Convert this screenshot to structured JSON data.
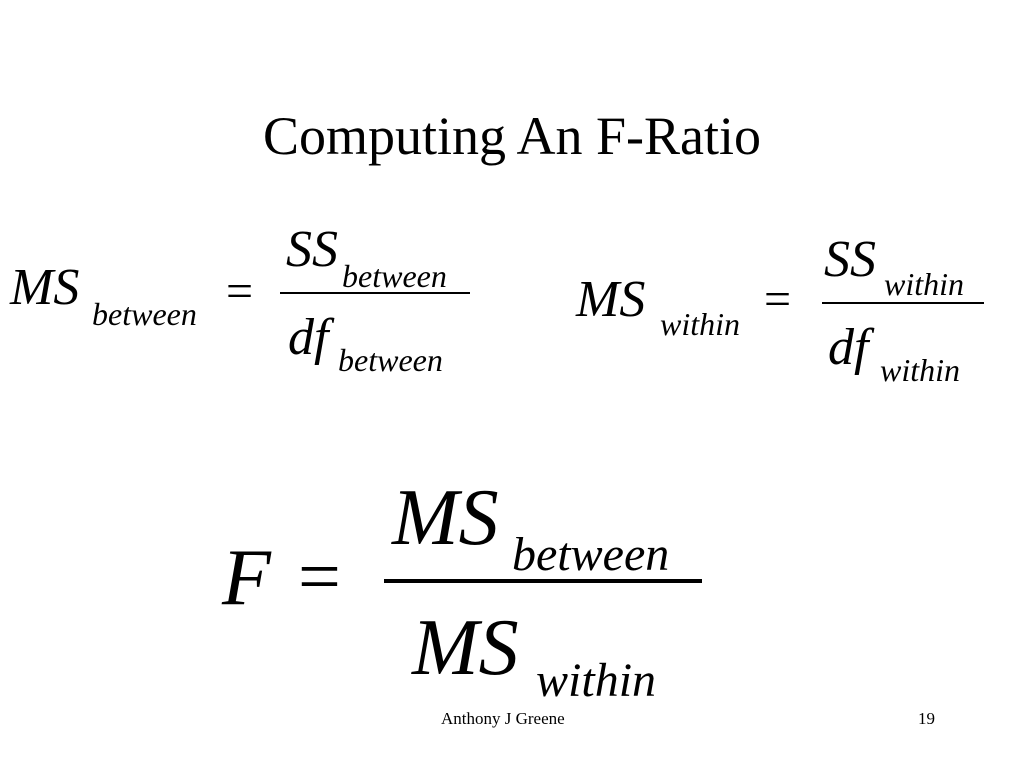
{
  "slide": {
    "title": "Computing An F-Ratio",
    "eq_ms_between": {
      "lhs_var": "MS",
      "lhs_sub": "between",
      "equals": "=",
      "num_var": "SS",
      "num_sub": "between",
      "den_var": "df",
      "den_sub": "between"
    },
    "eq_ms_within": {
      "lhs_var": "MS",
      "lhs_sub": "within",
      "equals": "=",
      "num_var": "SS",
      "num_sub": "within",
      "den_var": "df",
      "den_sub": "within"
    },
    "eq_f_ratio": {
      "lhs_var": "F",
      "equals": "=",
      "num_var": "MS",
      "num_sub": "between",
      "den_var": "MS",
      "den_sub": "within"
    },
    "footer": {
      "author": "Anthony J Greene",
      "page_number": "19"
    }
  }
}
